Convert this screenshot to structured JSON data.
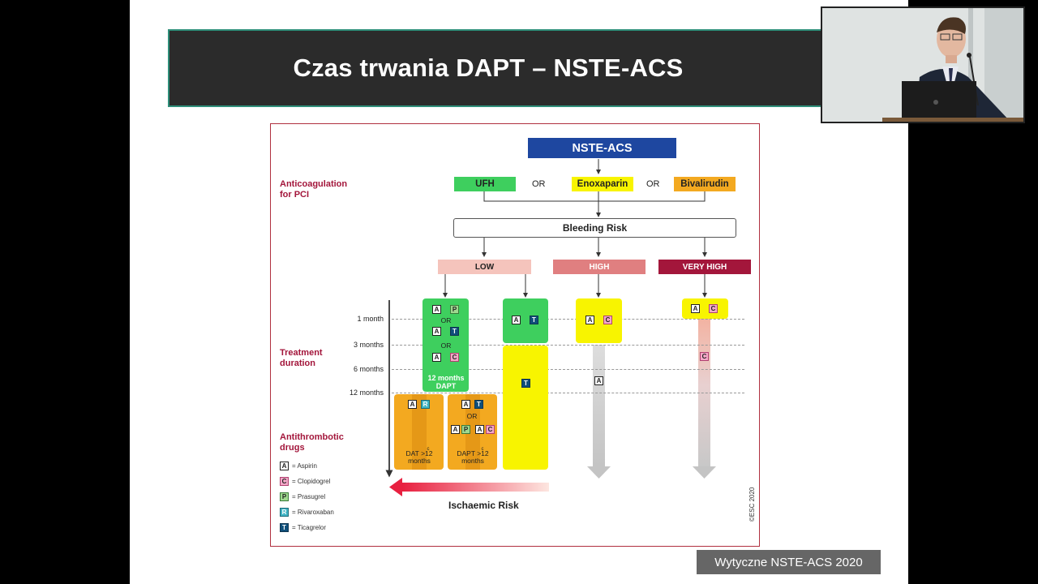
{
  "slide": {
    "title": "Czas trwania DAPT – NSTE-ACS",
    "caption": "Wytyczne NSTE-ACS 2020",
    "copyright": "©ESC 2020"
  },
  "diagram": {
    "top_box": "NSTE-ACS",
    "anticoag_label": "Anticoagulation for PCI",
    "anticoag_options": [
      "UFH",
      "Enoxaparin",
      "Bivalirudin"
    ],
    "or_text": "OR",
    "bleeding_risk": "Bleeding Risk",
    "risk_levels": [
      "LOW",
      "HIGH",
      "VERY HIGH"
    ],
    "treatment_duration_label": "Treatment duration",
    "antithrombotic_label": "Antithrombotic drugs",
    "ticks": [
      "1 month",
      "3 months",
      "6 months",
      "12 months"
    ],
    "dapt_12": "12 months DAPT",
    "dat_gt12": "DAT >12 months",
    "dapt_gt12": "DAPT >12 months",
    "superscript": "c",
    "ischaemic_risk": "Ischaemic Risk",
    "drug_letters": [
      "A",
      "C",
      "P",
      "R",
      "T"
    ],
    "legend": [
      {
        "letter": "A",
        "name": "= Aspirin"
      },
      {
        "letter": "C",
        "name": "= Clopidogrel"
      },
      {
        "letter": "P",
        "name": "= Prasugrel"
      },
      {
        "letter": "R",
        "name": "= Rivaroxaban"
      },
      {
        "letter": "T",
        "name": "= Ticagrelor"
      }
    ],
    "colors": {
      "navy": "#1e47a0",
      "green": "#3ecf5e",
      "yellow": "#f8f400",
      "orange": "#f3a920",
      "low": "#f5c4bc",
      "high": "#e07f80",
      "very_high": "#a3163b"
    }
  }
}
